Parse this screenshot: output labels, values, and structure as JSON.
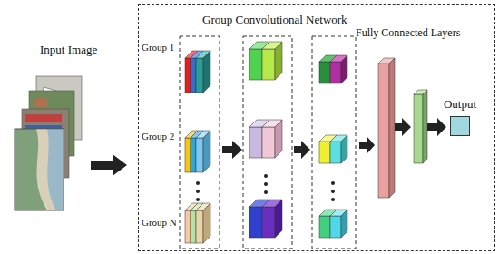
{
  "diagram": {
    "nodes": [
      {
        "text": [
          "Group Convolutional Network"
        ]
      },
      {
        "text": [
          "Output"
        ],
        "in": 0
      }
    ],
    "labels": [
      "Input Image",
      "Group 1",
      "Group 2",
      "Group N",
      "Fully Connected Layers"
    ]
  }
}
